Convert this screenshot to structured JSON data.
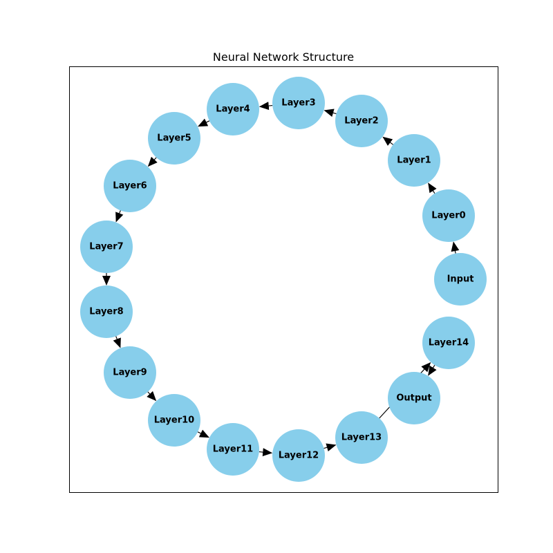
{
  "title": "Neural Network Structure",
  "colors": {
    "node_fill": "#87ceeb",
    "edge": "#000000",
    "frame": "#000000"
  },
  "nodes": [
    {
      "id": "Input",
      "label": "Input"
    },
    {
      "id": "Layer0",
      "label": "Layer0"
    },
    {
      "id": "Layer1",
      "label": "Layer1"
    },
    {
      "id": "Layer2",
      "label": "Layer2"
    },
    {
      "id": "Layer3",
      "label": "Layer3"
    },
    {
      "id": "Layer4",
      "label": "Layer4"
    },
    {
      "id": "Layer5",
      "label": "Layer5"
    },
    {
      "id": "Layer6",
      "label": "Layer6"
    },
    {
      "id": "Layer7",
      "label": "Layer7"
    },
    {
      "id": "Layer8",
      "label": "Layer8"
    },
    {
      "id": "Layer9",
      "label": "Layer9"
    },
    {
      "id": "Layer10",
      "label": "Layer10"
    },
    {
      "id": "Layer11",
      "label": "Layer11"
    },
    {
      "id": "Layer12",
      "label": "Layer12"
    },
    {
      "id": "Layer13",
      "label": "Layer13"
    },
    {
      "id": "Output",
      "label": "Output"
    },
    {
      "id": "Layer14",
      "label": "Layer14"
    }
  ],
  "edges": [
    {
      "from": "Input",
      "to": "Layer0"
    },
    {
      "from": "Layer0",
      "to": "Layer1"
    },
    {
      "from": "Layer1",
      "to": "Layer2"
    },
    {
      "from": "Layer2",
      "to": "Layer3"
    },
    {
      "from": "Layer3",
      "to": "Layer4"
    },
    {
      "from": "Layer4",
      "to": "Layer5"
    },
    {
      "from": "Layer5",
      "to": "Layer6"
    },
    {
      "from": "Layer6",
      "to": "Layer7"
    },
    {
      "from": "Layer7",
      "to": "Layer8"
    },
    {
      "from": "Layer8",
      "to": "Layer9"
    },
    {
      "from": "Layer9",
      "to": "Layer10"
    },
    {
      "from": "Layer10",
      "to": "Layer11"
    },
    {
      "from": "Layer11",
      "to": "Layer12"
    },
    {
      "from": "Layer12",
      "to": "Layer13"
    },
    {
      "from": "Layer13",
      "to": "Layer14"
    },
    {
      "from": "Layer14",
      "to": "Output"
    }
  ]
}
